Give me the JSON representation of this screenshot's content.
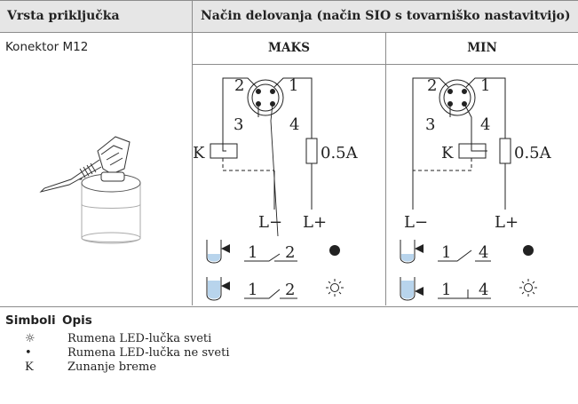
{
  "header": {
    "col1": "Vrsta priključka",
    "col2": "Način delovanja (način SIO s tovarniško nastavitvijo)"
  },
  "row": {
    "connector_label": "Konektor M12",
    "maks_label": "MAKS",
    "min_label": "MIN"
  },
  "diagram": {
    "pin2": "2",
    "pin1": "1",
    "pin3": "3",
    "pin4": "4",
    "load": "K",
    "fuse": "0.5A",
    "l_minus": "L−",
    "l_plus": "L+",
    "maks_contact": [
      "1",
      "2"
    ],
    "min_contact": [
      "1",
      "4"
    ]
  },
  "legend": {
    "col_symbols": "Simboli",
    "col_description": "Opis",
    "items": [
      {
        "symbol": "☼",
        "icon": "led-on-icon",
        "text": "Rumena LED-lučka sveti"
      },
      {
        "symbol": "•",
        "icon": "led-off-icon",
        "text": "Rumena LED-lučka ne sveti"
      },
      {
        "symbol": "K",
        "icon": "",
        "text": "Zunanje breme"
      }
    ]
  },
  "colors": {
    "header_bg": "#e6e6e6",
    "border": "#8c8c8c",
    "tank_fill": "#b8d4ec",
    "ink": "#222222"
  }
}
